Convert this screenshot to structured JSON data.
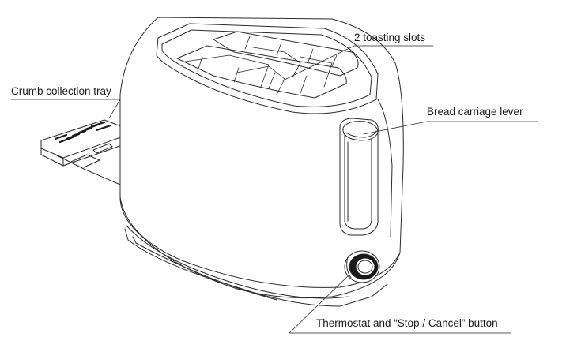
{
  "callouts": {
    "slots": "2 toasting slots",
    "lever": "Bread carriage lever",
    "tray": "Crumb collection tray",
    "thermostat": "Thermostat and “Stop / Cancel” button"
  },
  "colors": {
    "line": "#2a2a2a",
    "background": "#ffffff",
    "dial": "#1a1a1a"
  }
}
